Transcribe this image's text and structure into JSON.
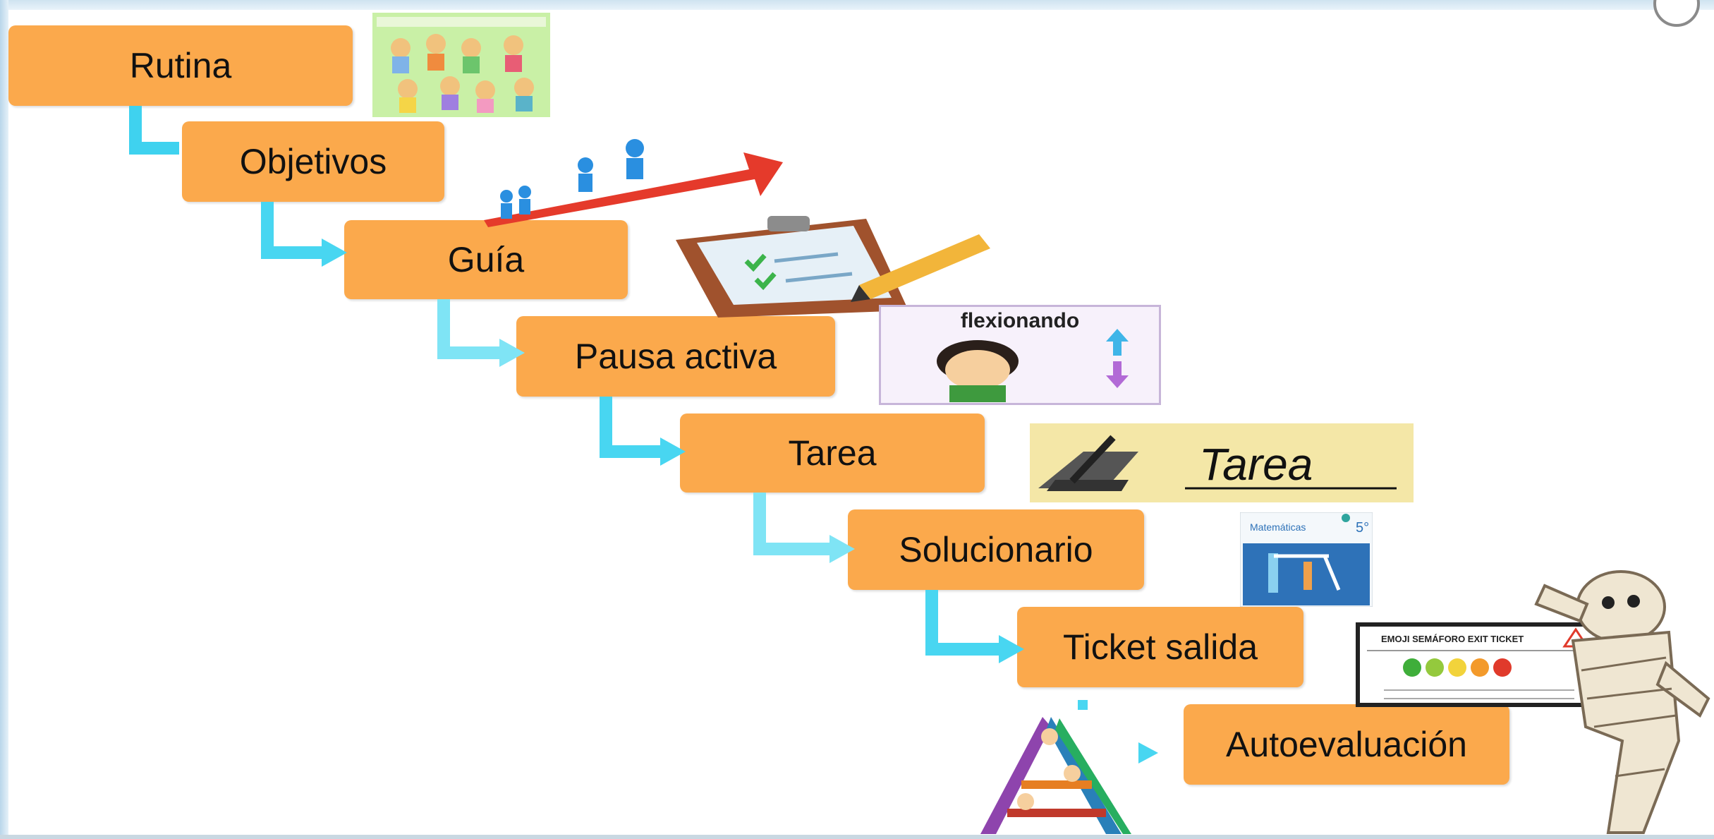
{
  "steps": [
    {
      "id": "rutina",
      "label": "Rutina"
    },
    {
      "id": "objetivos",
      "label": "Objetivos"
    },
    {
      "id": "guia",
      "label": "Guía"
    },
    {
      "id": "pausa",
      "label": "Pausa activa"
    },
    {
      "id": "tarea",
      "label": "Tarea"
    },
    {
      "id": "solucionario",
      "label": "Solucionario"
    },
    {
      "id": "ticket",
      "label": "Ticket salida"
    },
    {
      "id": "autoevaluacion",
      "label": "Autoevaluación"
    }
  ],
  "images": {
    "flexionando_text": "flexionando",
    "tarea_text": "Tarea",
    "book_title": "Matemáticas",
    "book_grade": "5°",
    "ticket_title": "EMOJI SEMÁFORO EXIT TICKET"
  },
  "colors": {
    "box": "#fba94c",
    "connector": "#3fd2ef",
    "frame": "#cfe3f0"
  }
}
